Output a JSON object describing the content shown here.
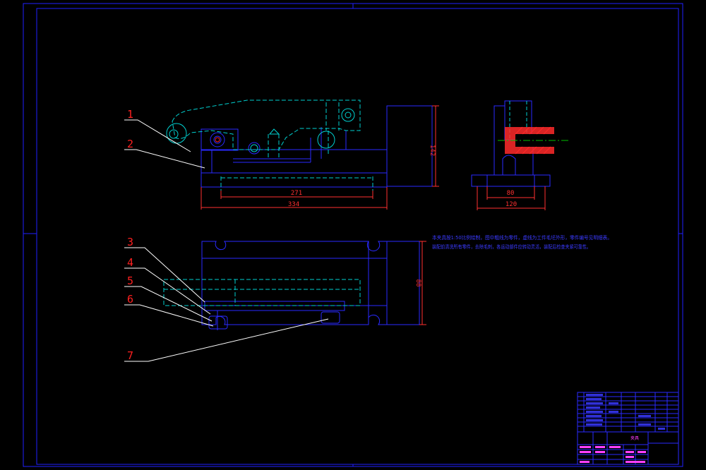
{
  "colors": {
    "background": "#000000",
    "frame": "#2020ff",
    "outline": "#2a2aff",
    "hidden": "#00d0d0",
    "leader": "#ffffff",
    "part_number": "#ff2020",
    "dimension": "#ff3030",
    "section_hatch": "#ff2a2a",
    "center_line": "#00c000",
    "note_text": "#3a3aff",
    "title_block_text": "#ff40ff"
  },
  "part_numbers": [
    "1",
    "2",
    "3",
    "4",
    "5",
    "6",
    "7"
  ],
  "dimensions": {
    "front_height": "142",
    "front_inner_length": "271",
    "front_overall_length": "334",
    "side_inner_width": "80",
    "side_overall_width": "120",
    "top_width": "88"
  },
  "technical_note": {
    "line1": "本夹具按1:50比例绘制，图中粗线为零件，虚线为工件毛坯外形，零件编号见明细表。",
    "line2": "装配前清洗所有零件，去除毛刺，各运动部件应转动灵活，装配后检查夹紧可靠性。"
  },
  "title_block": {
    "drawing_title": "夹具"
  }
}
